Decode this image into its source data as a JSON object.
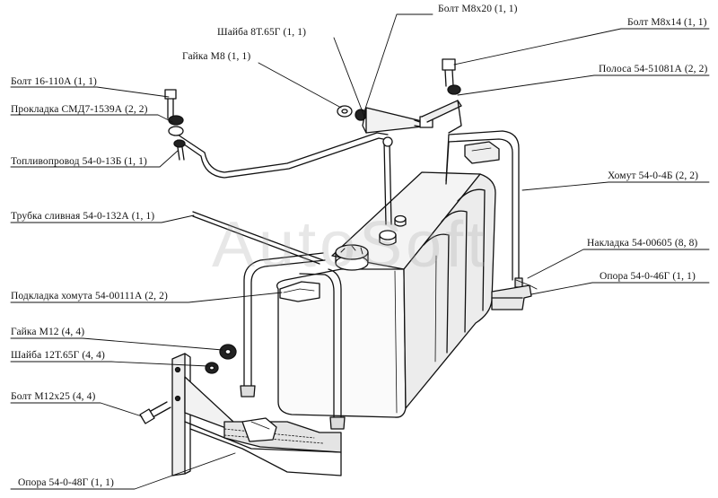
{
  "labels": {
    "bolt_m8x20": "Болт М8х20 (1, 1)",
    "washer_8t": "Шайба 8Т.65Г (1, 1)",
    "bolt_m8x14": "Болт М8х14 (1, 1)",
    "nut_m8": "Гайка М8 (1, 1)",
    "strip": "Полоса 54-51081А (2, 2)",
    "bolt_16_110a": "Болт 16-110А (1, 1)",
    "gasket": "Прокладка СМД7-1539А (2, 2)",
    "fuel_pipe": "Топливопровод 54-0-13Б (1, 1)",
    "clamp": "Хомут 54-0-4Б (2, 2)",
    "drain_tube": "Трубка сливная 54-0-132А (1, 1)",
    "pad_overlay": "Накладка 54-00605 (8, 8)",
    "support_46g": "Опора 54-0-46Г (1, 1)",
    "clamp_pad": "Подкладка хомута 54-00111А (2, 2)",
    "nut_m12": "Гайка М12 (4, 4)",
    "washer_12t": "Шайба 12Т.65Г (4, 4)",
    "bolt_m12x25": "Болт М12х25 (4, 4)",
    "support_48g": "Опора 54-0-48Г (1, 1)"
  },
  "watermark": "AutoSoft"
}
